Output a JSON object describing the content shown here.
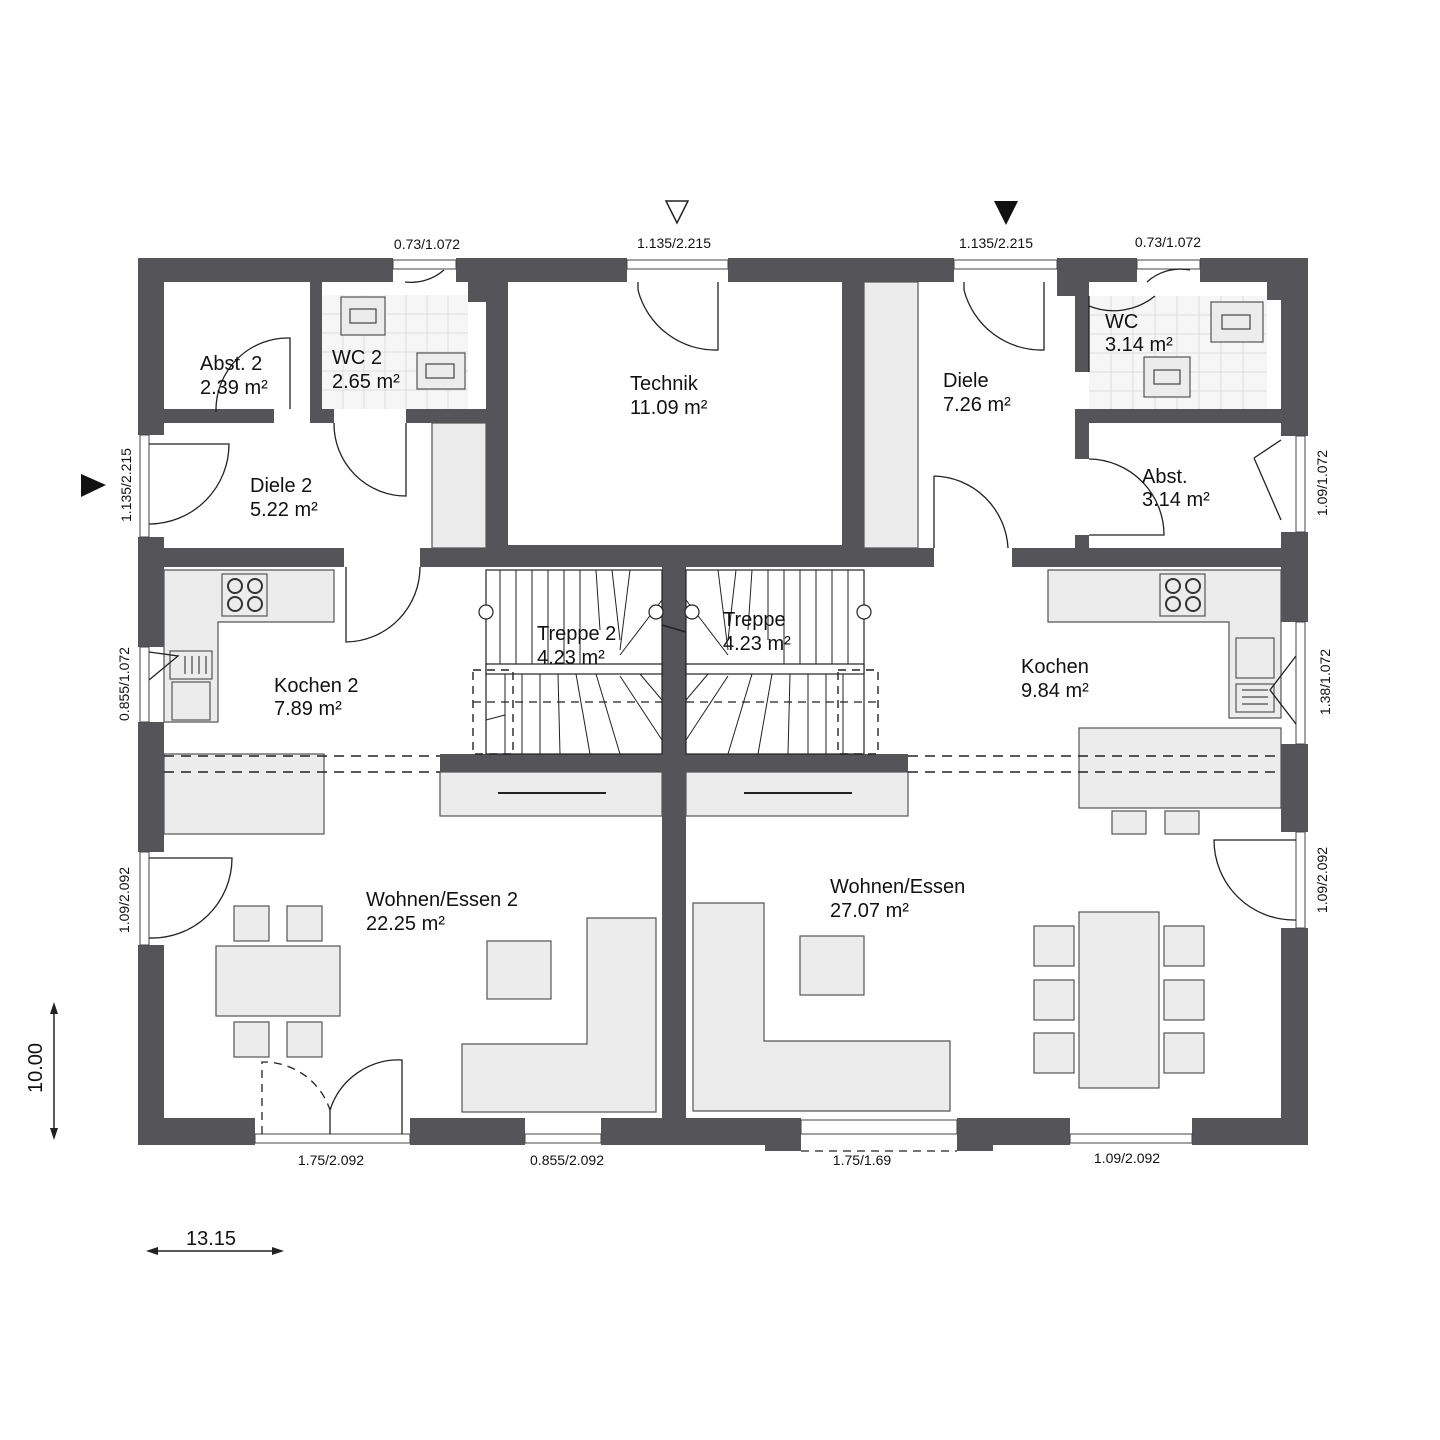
{
  "plan": {
    "rooms": [
      {
        "id": "abst2",
        "name": "Abst. 2",
        "area": "2.39 m²"
      },
      {
        "id": "wc2",
        "name": "WC 2",
        "area": "2.65 m²"
      },
      {
        "id": "technik",
        "name": "Technik",
        "area": "11.09 m²"
      },
      {
        "id": "diele",
        "name": "Diele",
        "area": "7.26 m²"
      },
      {
        "id": "wc",
        "name": "WC",
        "area": "3.14 m²"
      },
      {
        "id": "diele2",
        "name": "Diele 2",
        "area": "5.22 m²"
      },
      {
        "id": "abst",
        "name": "Abst.",
        "area": "3.14 m²"
      },
      {
        "id": "kochen2",
        "name": "Kochen 2",
        "area": "7.89 m²"
      },
      {
        "id": "treppe2",
        "name": "Treppe 2",
        "area": "4.23 m²"
      },
      {
        "id": "treppe",
        "name": "Treppe",
        "area": "4.23 m²"
      },
      {
        "id": "kochen",
        "name": "Kochen",
        "area": "9.84 m²"
      },
      {
        "id": "wohnen2",
        "name": "Wohnen/Essen 2",
        "area": "22.25 m²"
      },
      {
        "id": "wohnen",
        "name": "Wohnen/Essen",
        "area": "27.07 m²"
      }
    ],
    "openings": {
      "top": [
        "0.73/1.072",
        "1.135/2.215",
        "1.135/2.215",
        "0.73/1.072"
      ],
      "bottom": [
        "1.75/2.092",
        "0.855/2.092",
        "1.75/1.69",
        "1.09/2.092"
      ],
      "left": [
        "1.135/2.215",
        "0.855/1.072",
        "1.09/2.092"
      ],
      "right": [
        "1.09/1.072",
        "1.38/1.072",
        "1.09/2.092"
      ]
    },
    "dimensions": {
      "width": "13.15",
      "depth": "10.00"
    },
    "entrance_markers": [
      {
        "position": "top-center",
        "style": "outline"
      },
      {
        "position": "top-right",
        "style": "filled"
      },
      {
        "position": "left",
        "style": "filled"
      }
    ]
  }
}
